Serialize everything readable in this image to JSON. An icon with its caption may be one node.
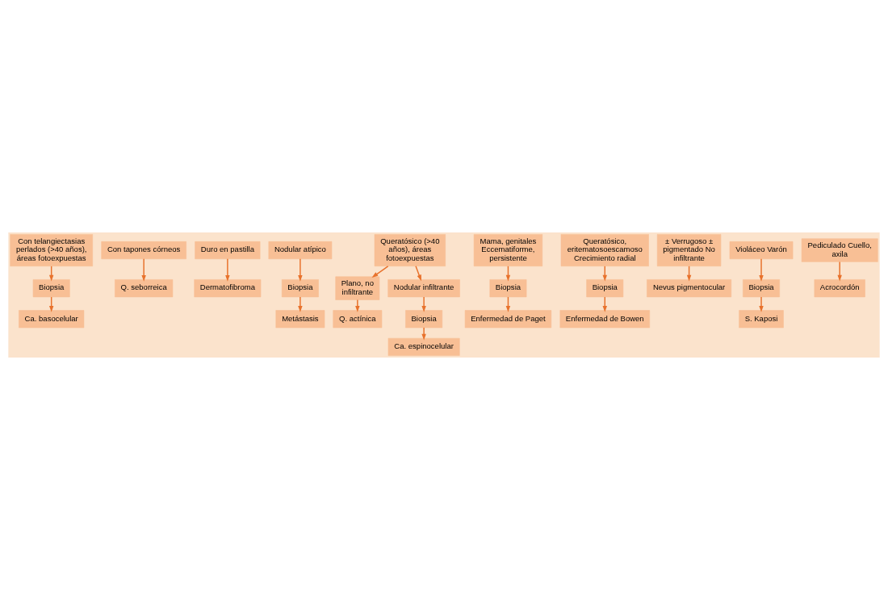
{
  "diagram": {
    "nodes": [
      {
        "text": [
          "Con telangiectasias perlados (>40 años), áreas fotoexpuestas"
        ]
      },
      {
        "text": [
          "Biopsia"
        ]
      },
      {
        "text": [
          "Ca. basocelular"
        ]
      },
      {
        "text": [
          "Con tapones córneos"
        ]
      },
      {
        "text": [
          "Q. seborreica"
        ]
      },
      {
        "text": [
          "Duro en pastilla"
        ]
      },
      {
        "text": [
          "Dermatofibroma"
        ]
      },
      {
        "text": [
          "Nodular atípico"
        ]
      },
      {
        "text": [
          "Biopsia"
        ]
      },
      {
        "text": [
          "Metástasis"
        ]
      },
      {
        "text": [
          "Queratósico (>40 años), áreas fotoexpuestas"
        ]
      },
      {
        "text": [
          "Plano, no infiltrante"
        ]
      },
      {
        "text": [
          "Q. actínica"
        ]
      },
      {
        "text": [
          "Nodular infiltrante"
        ]
      },
      {
        "text": [
          "Biopsia"
        ]
      },
      {
        "text": [
          "Ca. espinocelular"
        ]
      },
      {
        "text": [
          "Mama, genitales Eccematiforme, persistente"
        ]
      },
      {
        "text": [
          "Biopsia"
        ]
      },
      {
        "text": [
          "Enfermedad de Paget"
        ]
      },
      {
        "text": [
          "Queratósico, eritematosoescamoso Crecimiento radial"
        ]
      },
      {
        "text": [
          "Biopsia"
        ]
      },
      {
        "text": [
          "Enfermedad de Bowen"
        ]
      },
      {
        "text": [
          "± Verrugoso ± pigmentado No infiltrante"
        ]
      },
      {
        "text": [
          "Nevus pigmentocular"
        ]
      },
      {
        "text": [
          "Violáceo Varón"
        ]
      },
      {
        "text": [
          "Biopsia"
        ]
      },
      {
        "text": [
          "S. Kaposi"
        ]
      },
      {
        "text": [
          "Pediculado Cuello, axila"
        ]
      },
      {
        "text": [
          "Acrocordón"
        ]
      }
    ],
    "edges": [
      {
        "from": 0,
        "to": 1,
        "arrow": "to"
      },
      {
        "from": 1,
        "to": 2,
        "arrow": "to"
      },
      {
        "from": 3,
        "to": 4,
        "arrow": "to"
      },
      {
        "from": 5,
        "to": 6,
        "arrow": "to"
      },
      {
        "from": 7,
        "to": 8,
        "arrow": "to"
      },
      {
        "from": 8,
        "to": 9,
        "arrow": "to"
      },
      {
        "from": 10,
        "to": 11,
        "arrow": "to"
      },
      {
        "from": 10,
        "to": 13,
        "arrow": "to"
      },
      {
        "from": 11,
        "to": 12,
        "arrow": "to"
      },
      {
        "from": 13,
        "to": 14,
        "arrow": "to"
      },
      {
        "from": 14,
        "to": 15,
        "arrow": "to"
      },
      {
        "from": 16,
        "to": 17,
        "arrow": "to"
      },
      {
        "from": 17,
        "to": 18,
        "arrow": "to"
      },
      {
        "from": 19,
        "to": 20,
        "arrow": "to"
      },
      {
        "from": 20,
        "to": 21,
        "arrow": "to"
      },
      {
        "from": 22,
        "to": 23,
        "arrow": "to"
      },
      {
        "from": 24,
        "to": 25,
        "arrow": "to"
      },
      {
        "from": 25,
        "to": 26,
        "arrow": "to"
      },
      {
        "from": 27,
        "to": 28,
        "arrow": "to"
      }
    ]
  }
}
